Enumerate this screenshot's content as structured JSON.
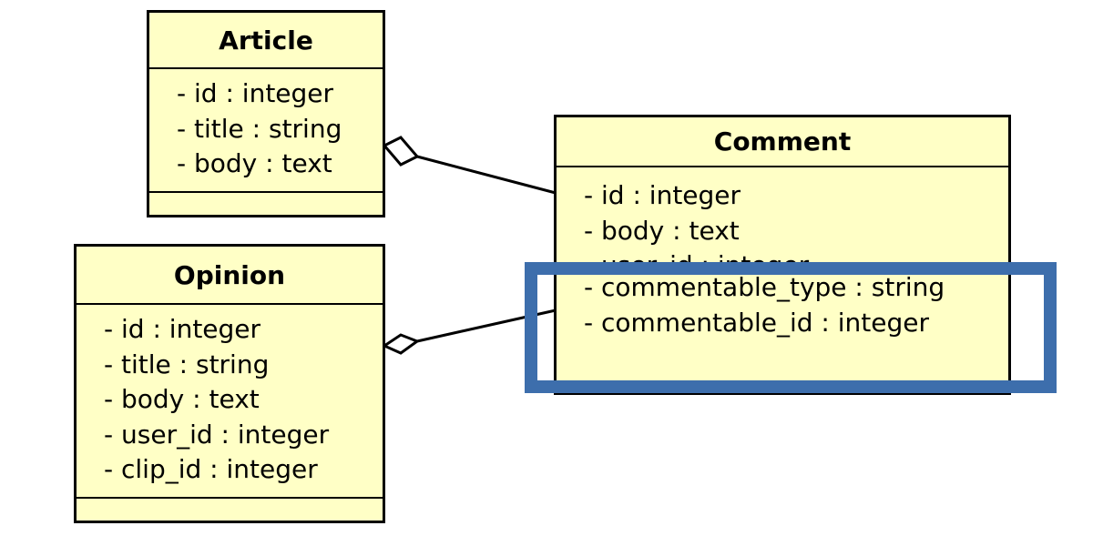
{
  "classes": {
    "article": {
      "name": "Article",
      "attributes": [
        "- id : integer",
        "- title : string",
        "- body : text"
      ]
    },
    "comment": {
      "name": "Comment",
      "attributes": [
        "- id : integer",
        "- body : text"
      ],
      "hidden_attribute": "- user_id : integer",
      "highlighted_attributes": [
        "- commentable_type : string",
        "- commentable_id : integer"
      ]
    },
    "opinion": {
      "name": "Opinion",
      "attributes": [
        "- id : integer",
        "- title : string",
        "- body : text",
        "- user_id : integer",
        "- clip_id : integer"
      ]
    }
  },
  "colors": {
    "class_fill": "#ffffc6",
    "highlight": "#3d6eac"
  }
}
